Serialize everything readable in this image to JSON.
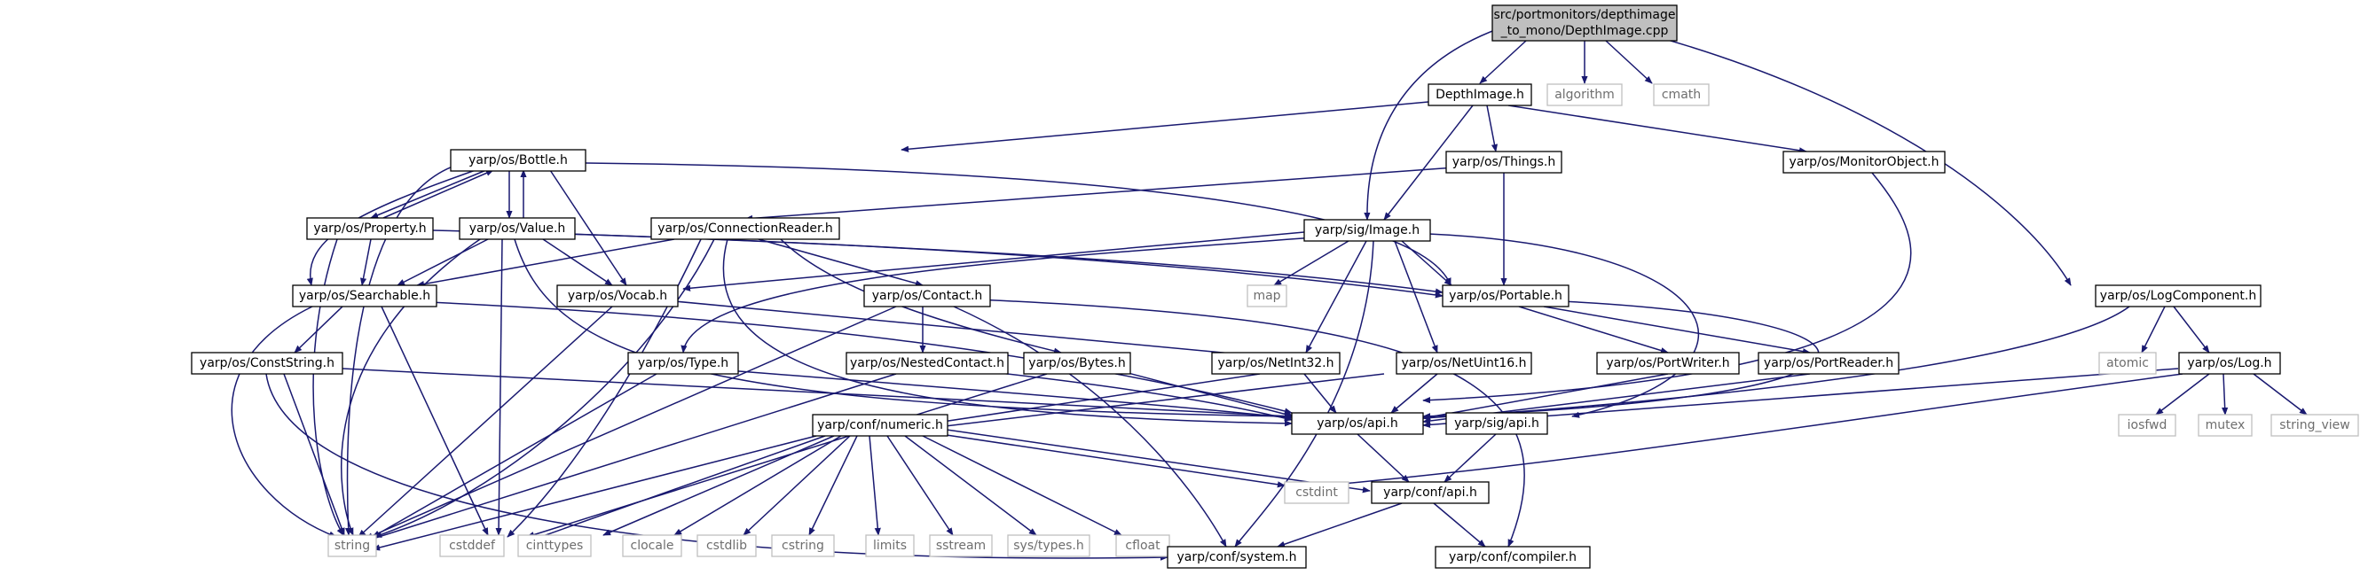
{
  "nodes": {
    "root_line1": "src/portmonitors/depthimage",
    "root_line2": "_to_mono/DepthImage.cpp",
    "depthimage_h": "DepthImage.h",
    "algorithm": "algorithm",
    "cmath": "cmath",
    "bottle_h": "yarp/os/Bottle.h",
    "things_h": "yarp/os/Things.h",
    "monitorobject_h": "yarp/os/MonitorObject.h",
    "property_h": "yarp/os/Property.h",
    "value_h": "yarp/os/Value.h",
    "connectionreader_h": "yarp/os/ConnectionReader.h",
    "image_h": "yarp/sig/Image.h",
    "searchable_h": "yarp/os/Searchable.h",
    "vocab_h": "yarp/os/Vocab.h",
    "contact_h": "yarp/os/Contact.h",
    "map": "map",
    "portable_h": "yarp/os/Portable.h",
    "logcomponent_h": "yarp/os/LogComponent.h",
    "conststring_h": "yarp/os/ConstString.h",
    "type_h": "yarp/os/Type.h",
    "nestedcontact_h": "yarp/os/NestedContact.h",
    "bytes_h": "yarp/os/Bytes.h",
    "netint32_h": "yarp/os/NetInt32.h",
    "netuint16_h": "yarp/os/NetUint16.h",
    "portwriter_h": "yarp/os/PortWriter.h",
    "portreader_h": "yarp/os/PortReader.h",
    "atomic": "atomic",
    "log_h": "yarp/os/Log.h",
    "numeric_h": "yarp/conf/numeric.h",
    "os_api_h": "yarp/os/api.h",
    "sig_api_h": "yarp/sig/api.h",
    "iosfwd": "iosfwd",
    "mutex": "mutex",
    "string_view": "string_view",
    "string": "string",
    "cstddef": "cstddef",
    "cinttypes": "cinttypes",
    "clocale": "clocale",
    "cstdlib": "cstdlib",
    "cstring": "cstring",
    "limits": "limits",
    "sstream": "sstream",
    "sys_types_h": "sys/types.h",
    "cfloat": "cfloat",
    "cstdint": "cstdint",
    "conf_api_h": "yarp/conf/api.h",
    "system_h": "yarp/conf/system.h",
    "compiler_h": "yarp/conf/compiler.h"
  },
  "colors": {
    "edge": "#191970",
    "root_fill": "#bfbfbf",
    "system_border": "#bfbfbf",
    "system_text": "#6e6e6e"
  }
}
